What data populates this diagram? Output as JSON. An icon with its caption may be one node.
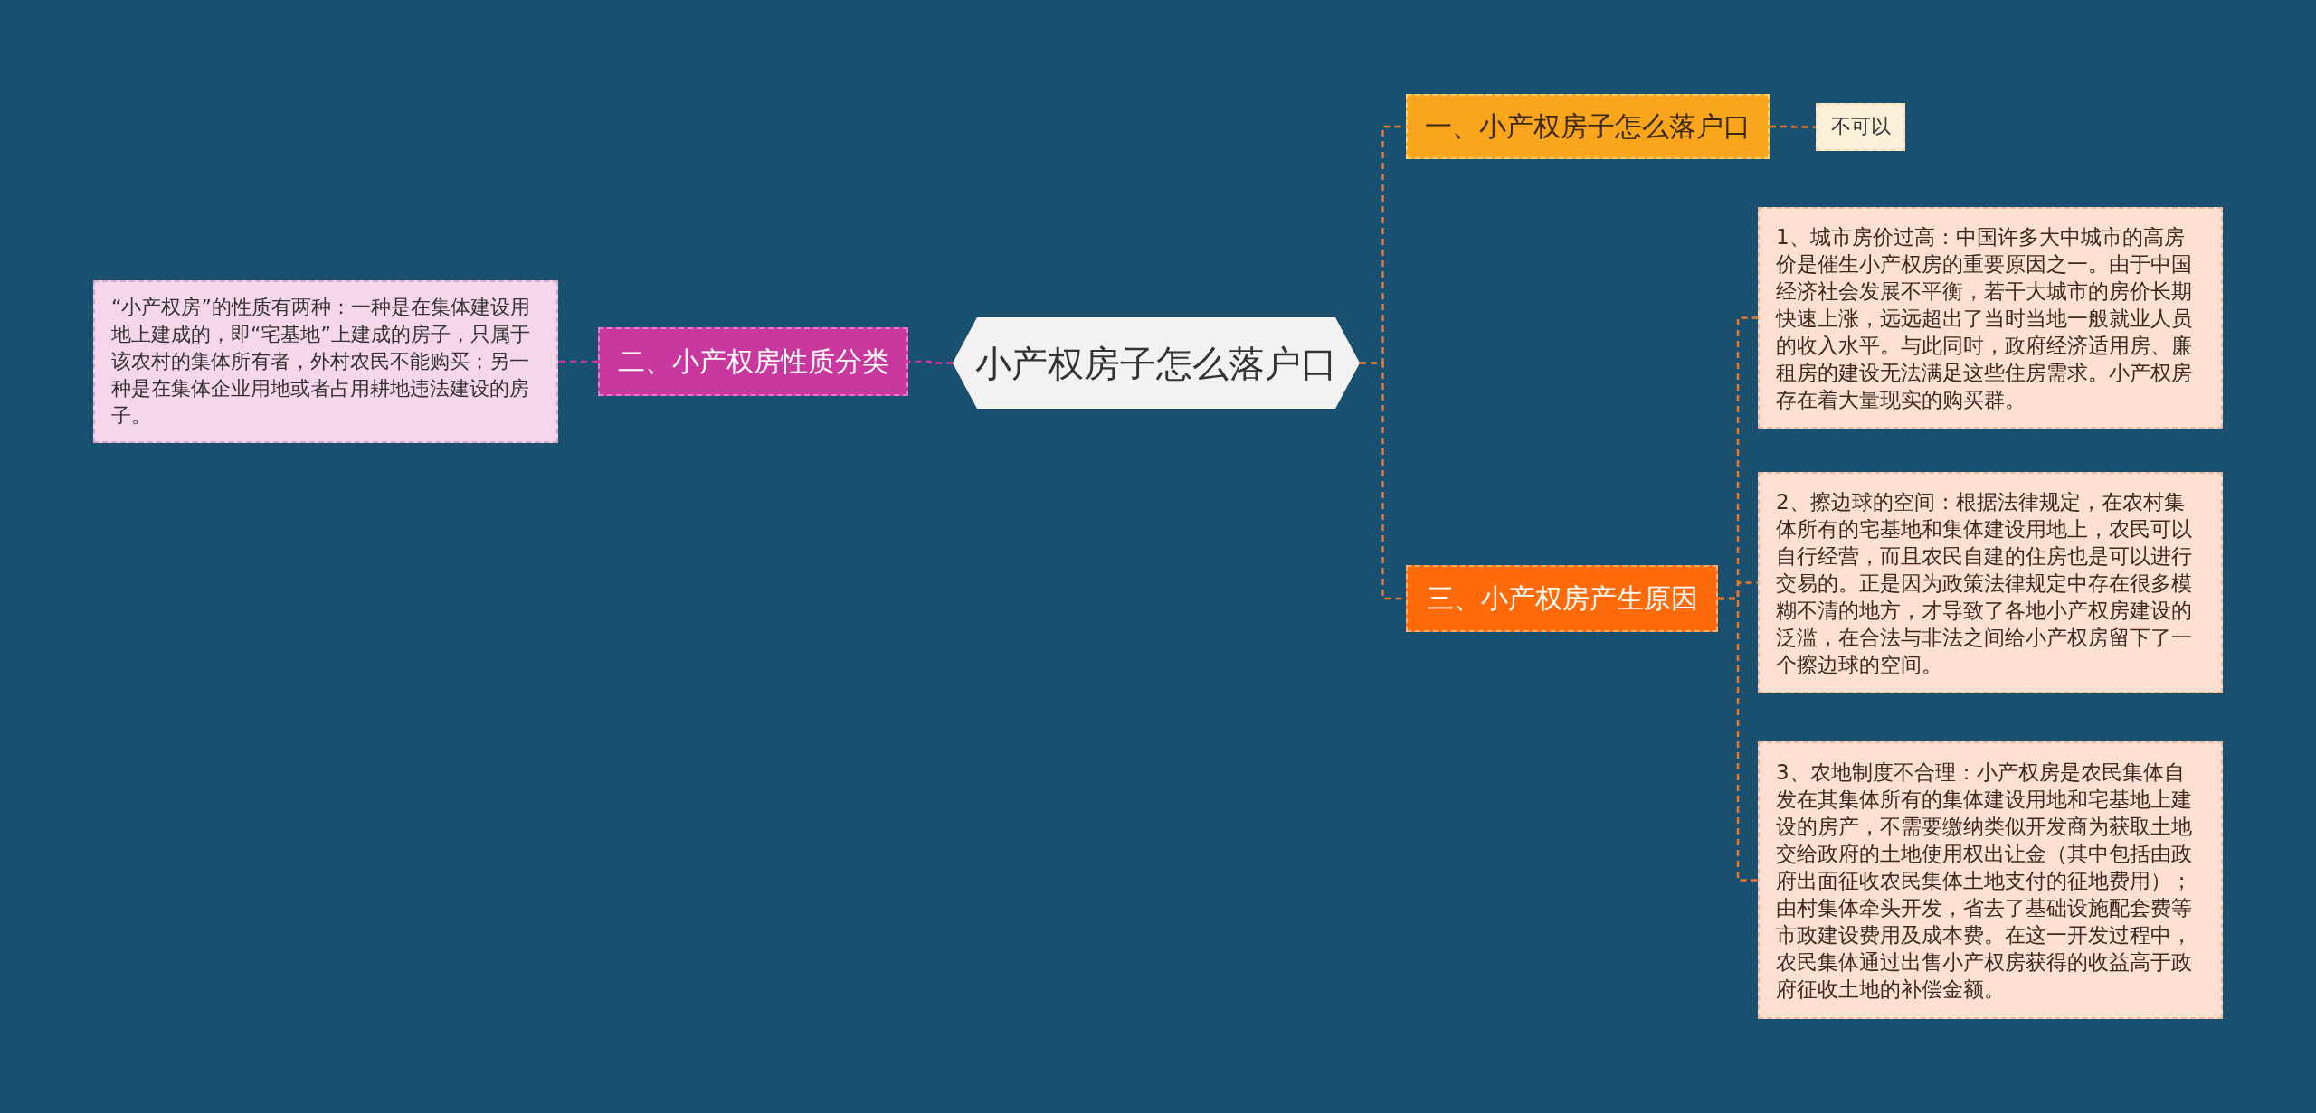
{
  "diagram": {
    "nodes": [
      {
        "text": [
          "小产权房子怎么落户口"
        ]
      },
      {
        "text": [
          "一、小产权房子怎么落户口"
        ]
      },
      {
        "text": [
          "不可以"
        ]
      },
      {
        "text": [
          "二、小产权房性质分类"
        ]
      },
      {
        "text": [
          "“小产权房”的性质有两种：一种是在集体建设用地上建成的，即“宅基地”上建成的房子，只属于该农村的集体所有者，外村农民不能购买；另一种是在集体企业用地或者占用耕地违法建设的房子。"
        ]
      },
      {
        "text": [
          "三、小产权房产生原因"
        ]
      },
      {
        "text": [
          "1、城市房价过高：中国许多大中城市的高房价是催生小产权房的重要原因之一。由于中国经济社会发展不平衡，若干大城市的房价长期快速上涨，远远超出了当时当地一般就业人员的收入水平。与此同时，政府经济适用房、廉租房的建设无法满足这些住房需求。小产权房存在着大量现实的购买群。"
        ]
      },
      {
        "text": [
          "2、擦边球的空间：根据法律规定，在农村集体所有的宅基地和集体建设用地上，农民可以自行经营，而且农民自建的住房也是可以进行交易的。正是因为政策法律规定中存在很多模糊不清的地方，才导致了各地小产权房建设的泛滥，在合法与非法之间给小产权房留下了一个擦边球的空间。"
        ]
      },
      {
        "text": [
          "3、农地制度不合理：小产权房是农民集体自发在其集体所有的集体建设用地和宅基地上建设的房产，不需要缴纳类似开发商为获取土地交给政府的土地使用权出让金（其中包括由政府出面征收农民集体土地支付的征地费用）；由村集体牵头开发，省去了基础设施配套费等市政建设费用及成本费。在这一开发过程中，农民集体通过出售小产权房获得的收益高于政府征收土地的补偿金额。"
        ]
      }
    ],
    "edges": [
      {
        "from": 0,
        "to": 1,
        "arrow": "none"
      },
      {
        "from": 1,
        "to": 2,
        "arrow": "none"
      },
      {
        "from": 0,
        "to": 3,
        "arrow": "none",
        "color": "#c8389f"
      },
      {
        "from": 3,
        "to": 4,
        "arrow": "none",
        "color": "#c8389f"
      },
      {
        "from": 0,
        "to": 5,
        "arrow": "none"
      },
      {
        "from": 5,
        "to": 6,
        "arrow": "none"
      },
      {
        "from": 5,
        "to": 7,
        "arrow": "none"
      },
      {
        "from": 5,
        "to": 8,
        "arrow": "none"
      }
    ]
  }
}
